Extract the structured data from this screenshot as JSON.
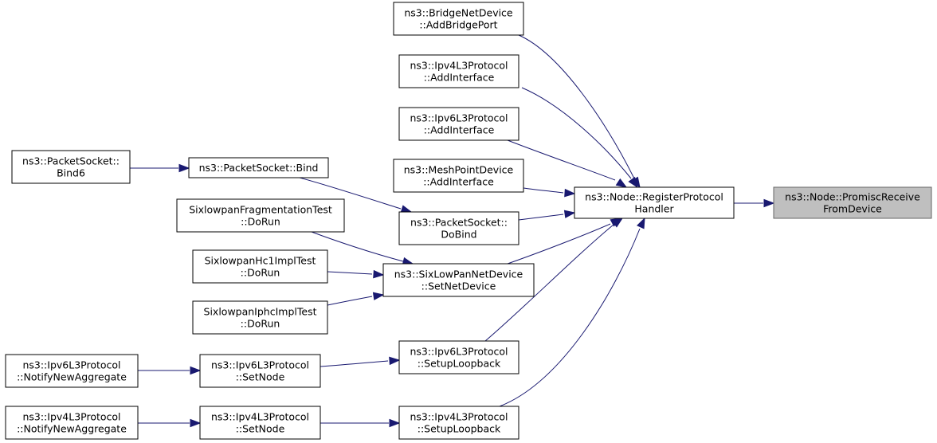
{
  "nodes": [
    {
      "id": "promisc",
      "lines": [
        "ns3::Node::PromiscReceive",
        "FromDevice"
      ],
      "highlight": true
    },
    {
      "id": "register",
      "lines": [
        "ns3::Node::RegisterProtocol",
        "Handler"
      ]
    },
    {
      "id": "bridge",
      "lines": [
        "ns3::BridgeNetDevice",
        "::AddBridgePort"
      ]
    },
    {
      "id": "ipv4add",
      "lines": [
        "ns3::Ipv4L3Protocol",
        "::AddInterface"
      ]
    },
    {
      "id": "ipv6add",
      "lines": [
        "ns3::Ipv6L3Protocol",
        "::AddInterface"
      ]
    },
    {
      "id": "mesh",
      "lines": [
        "ns3::MeshPointDevice",
        "::AddInterface"
      ]
    },
    {
      "id": "dobind",
      "lines": [
        "ns3::PacketSocket::",
        "DoBind"
      ]
    },
    {
      "id": "sixlowpan",
      "lines": [
        "ns3::SixLowPanNetDevice",
        "::SetNetDevice"
      ]
    },
    {
      "id": "ipv6loop",
      "lines": [
        "ns3::Ipv6L3Protocol",
        "::SetupLoopback"
      ]
    },
    {
      "id": "ipv4loop",
      "lines": [
        "ns3::Ipv4L3Protocol",
        "::SetupLoopback"
      ]
    },
    {
      "id": "bind",
      "lines": [
        "ns3::PacketSocket::Bind"
      ]
    },
    {
      "id": "bind6",
      "lines": [
        "ns3::PacketSocket::",
        "Bind6"
      ]
    },
    {
      "id": "fragtest",
      "lines": [
        "SixlowpanFragmentationTest",
        "::DoRun"
      ]
    },
    {
      "id": "hc1test",
      "lines": [
        "SixlowpanHc1ImplTest",
        "::DoRun"
      ]
    },
    {
      "id": "iphctest",
      "lines": [
        "SixlowpanIphcImplTest",
        "::DoRun"
      ]
    },
    {
      "id": "ipv6setnode",
      "lines": [
        "ns3::Ipv6L3Protocol",
        "::SetNode"
      ]
    },
    {
      "id": "ipv4setnode",
      "lines": [
        "ns3::Ipv4L3Protocol",
        "::SetNode"
      ]
    },
    {
      "id": "ipv6notify",
      "lines": [
        "ns3::Ipv6L3Protocol",
        "::NotifyNewAggregate"
      ]
    },
    {
      "id": "ipv4notify",
      "lines": [
        "ns3::Ipv4L3Protocol",
        "::NotifyNewAggregate"
      ]
    }
  ],
  "edges": [
    {
      "from": "register",
      "to": "promisc"
    },
    {
      "from": "bridge",
      "to": "register"
    },
    {
      "from": "ipv4add",
      "to": "register"
    },
    {
      "from": "ipv6add",
      "to": "register"
    },
    {
      "from": "mesh",
      "to": "register"
    },
    {
      "from": "dobind",
      "to": "register"
    },
    {
      "from": "sixlowpan",
      "to": "register"
    },
    {
      "from": "ipv6loop",
      "to": "register"
    },
    {
      "from": "ipv4loop",
      "to": "register"
    },
    {
      "from": "bind",
      "to": "dobind"
    },
    {
      "from": "bind6",
      "to": "bind"
    },
    {
      "from": "fragtest",
      "to": "sixlowpan"
    },
    {
      "from": "hc1test",
      "to": "sixlowpan"
    },
    {
      "from": "iphctest",
      "to": "sixlowpan"
    },
    {
      "from": "ipv6setnode",
      "to": "ipv6loop"
    },
    {
      "from": "ipv6notify",
      "to": "ipv6setnode"
    },
    {
      "from": "ipv4setnode",
      "to": "ipv4loop"
    },
    {
      "from": "ipv4notify",
      "to": "ipv4setnode"
    }
  ],
  "colors": {
    "edge": "#191970",
    "highlight_fill": "#bfbfbf"
  }
}
